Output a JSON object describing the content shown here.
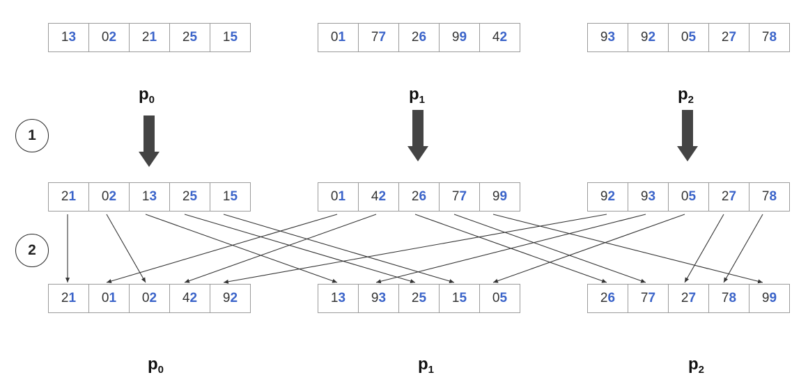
{
  "top_arrays": [
    [
      "13",
      "02",
      "21",
      "25",
      "15"
    ],
    [
      "01",
      "77",
      "26",
      "99",
      "42"
    ],
    [
      "93",
      "92",
      "05",
      "27",
      "78"
    ]
  ],
  "mid_arrays": [
    [
      "21",
      "02",
      "13",
      "25",
      "15"
    ],
    [
      "01",
      "42",
      "26",
      "77",
      "99"
    ],
    [
      "92",
      "93",
      "05",
      "27",
      "78"
    ]
  ],
  "bottom_arrays": [
    [
      "21",
      "01",
      "02",
      "42",
      "92"
    ],
    [
      "13",
      "93",
      "25",
      "15",
      "05"
    ],
    [
      "26",
      "77",
      "27",
      "78",
      "99"
    ]
  ],
  "processors_top": [
    {
      "name": "p",
      "sub": "0"
    },
    {
      "name": "p",
      "sub": "1"
    },
    {
      "name": "p",
      "sub": "2"
    }
  ],
  "processors_bottom": [
    {
      "name": "p",
      "sub": "0"
    },
    {
      "name": "p",
      "sub": "1"
    },
    {
      "name": "p",
      "sub": "2"
    }
  ],
  "steps": [
    "1",
    "2"
  ],
  "colors": {
    "first_digit": "#333333",
    "last_digit": "#3a63c9",
    "border": "#9a9a9a",
    "arrow": "#444444"
  },
  "links": [
    {
      "from": [
        0,
        0
      ],
      "to": [
        0,
        0
      ]
    },
    {
      "from": [
        0,
        1
      ],
      "to": [
        0,
        2
      ]
    },
    {
      "from": [
        0,
        2
      ],
      "to": [
        1,
        0
      ]
    },
    {
      "from": [
        0,
        3
      ],
      "to": [
        1,
        2
      ]
    },
    {
      "from": [
        0,
        4
      ],
      "to": [
        1,
        3
      ]
    },
    {
      "from": [
        1,
        0
      ],
      "to": [
        0,
        1
      ]
    },
    {
      "from": [
        1,
        1
      ],
      "to": [
        0,
        3
      ]
    },
    {
      "from": [
        1,
        2
      ],
      "to": [
        2,
        0
      ]
    },
    {
      "from": [
        1,
        3
      ],
      "to": [
        2,
        1
      ]
    },
    {
      "from": [
        1,
        4
      ],
      "to": [
        2,
        4
      ]
    },
    {
      "from": [
        2,
        0
      ],
      "to": [
        0,
        4
      ]
    },
    {
      "from": [
        2,
        1
      ],
      "to": [
        1,
        1
      ]
    },
    {
      "from": [
        2,
        2
      ],
      "to": [
        1,
        4
      ]
    },
    {
      "from": [
        2,
        3
      ],
      "to": [
        2,
        2
      ]
    },
    {
      "from": [
        2,
        4
      ],
      "to": [
        2,
        3
      ]
    }
  ]
}
